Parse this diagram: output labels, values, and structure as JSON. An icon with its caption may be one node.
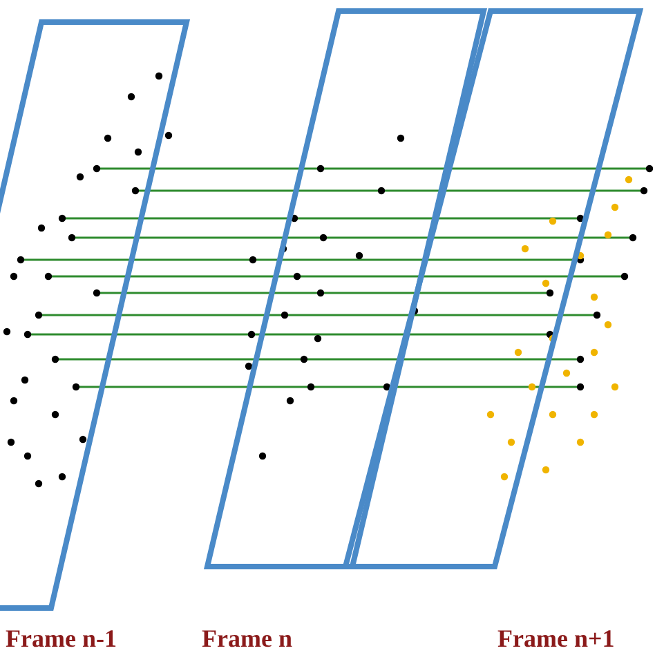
{
  "diagram": {
    "nodes": [
      {
        "text": [
          "Frame n-1"
        ]
      },
      {
        "text": [
          "Frame n"
        ]
      },
      {
        "text": [
          "Frame n+1"
        ]
      }
    ]
  }
}
